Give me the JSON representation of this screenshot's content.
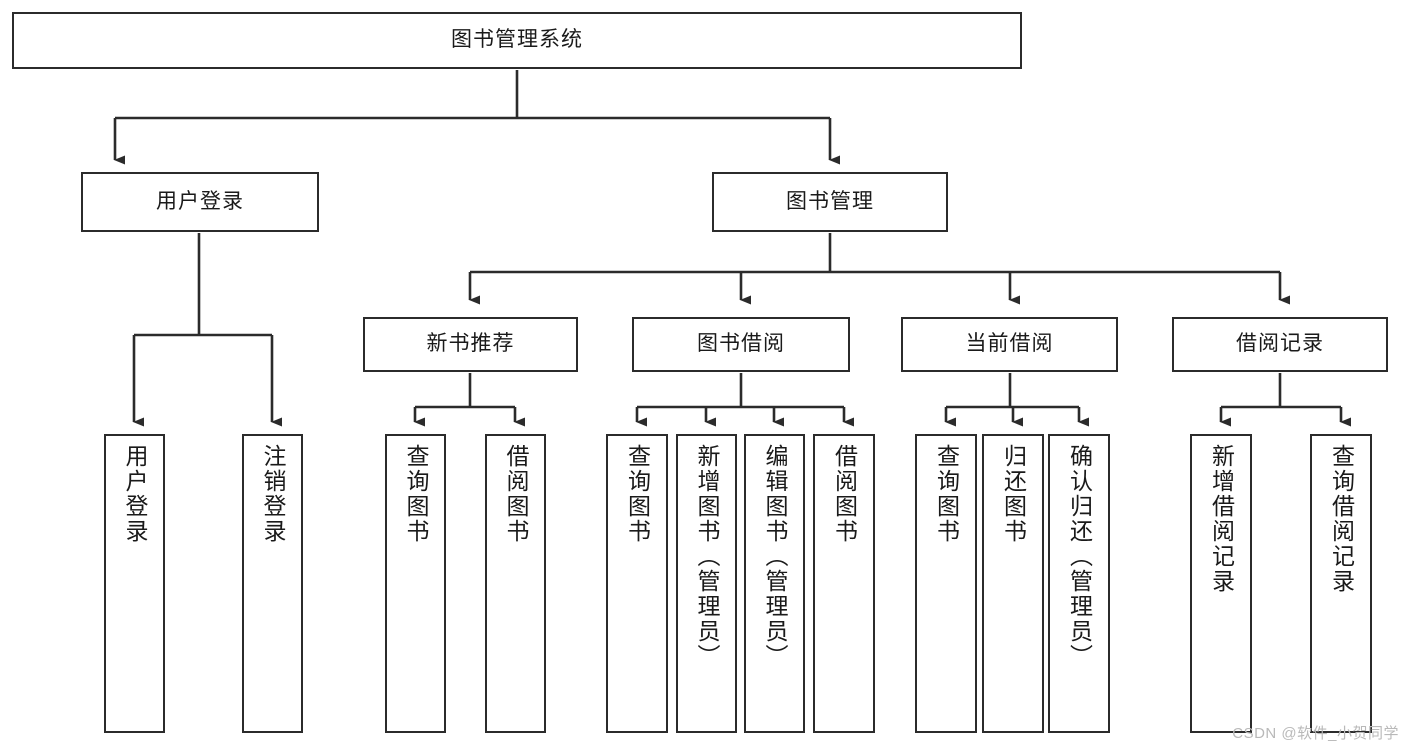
{
  "diagram": {
    "type": "tree-hierarchy",
    "title": "图书管理系统",
    "root": {
      "id": "root",
      "label": "图书管理系统"
    },
    "level2": [
      {
        "id": "user-login",
        "label": "用户登录"
      },
      {
        "id": "book-manage",
        "label": "图书管理"
      }
    ],
    "level3": [
      {
        "id": "new-book-rec",
        "label": "新书推荐",
        "parent": "book-manage"
      },
      {
        "id": "book-borrow",
        "label": "图书借阅",
        "parent": "book-manage"
      },
      {
        "id": "current-borrow",
        "label": "当前借阅",
        "parent": "book-manage"
      },
      {
        "id": "borrow-record",
        "label": "借阅记录",
        "parent": "book-manage"
      }
    ],
    "leaves": [
      {
        "id": "leaf-user-login",
        "label": "用户登录",
        "parent": "user-login"
      },
      {
        "id": "leaf-logout-login",
        "label": "注销登录",
        "parent": "user-login"
      },
      {
        "id": "leaf-query-book-1",
        "label": "查询图书",
        "parent": "new-book-rec"
      },
      {
        "id": "leaf-borrow-book-1",
        "label": "借阅图书",
        "parent": "new-book-rec"
      },
      {
        "id": "leaf-query-book-2",
        "label": "查询图书",
        "parent": "book-borrow"
      },
      {
        "id": "leaf-add-book",
        "label": "新增图书（管理员）",
        "parent": "book-borrow"
      },
      {
        "id": "leaf-edit-book",
        "label": "编辑图书（管理员）",
        "parent": "book-borrow"
      },
      {
        "id": "leaf-borrow-book-2",
        "label": "借阅图书",
        "parent": "book-borrow"
      },
      {
        "id": "leaf-query-book-3",
        "label": "查询图书",
        "parent": "current-borrow"
      },
      {
        "id": "leaf-return-book",
        "label": "归还图书",
        "parent": "current-borrow"
      },
      {
        "id": "leaf-confirm-return",
        "label": "确认归还（管理员）",
        "parent": "current-borrow"
      },
      {
        "id": "leaf-add-record",
        "label": "新增借阅记录",
        "parent": "borrow-record"
      },
      {
        "id": "leaf-query-record",
        "label": "查询借阅记录",
        "parent": "borrow-record"
      }
    ],
    "colors": {
      "border": "#2b2b2b",
      "background": "#ffffff",
      "text": "#1a1a1a",
      "connector": "#2b2b2b",
      "watermark": "#b9b9b9"
    }
  },
  "watermark": {
    "text": "CSDN @软件_小贺同学"
  }
}
